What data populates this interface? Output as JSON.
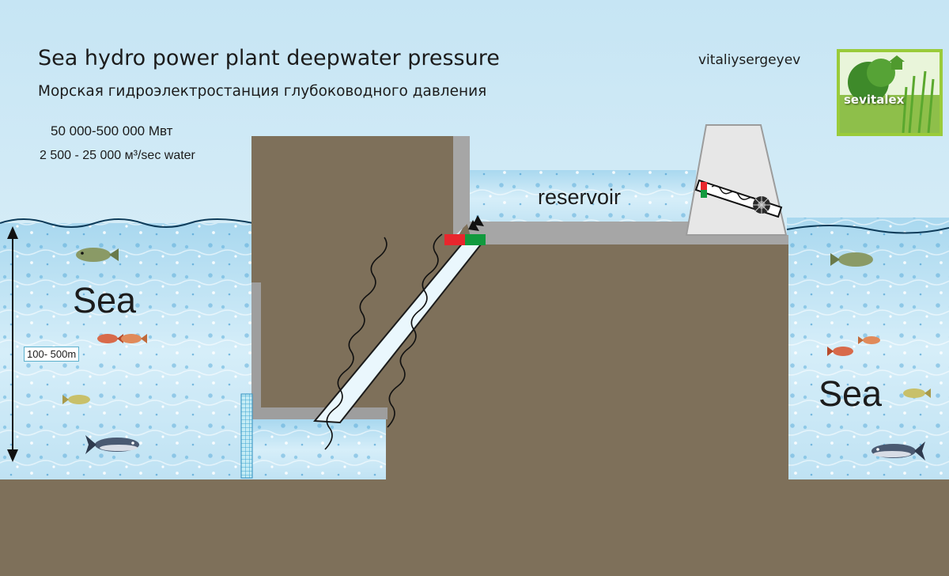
{
  "title_en": "Sea  hydro power plant deepwater pressure",
  "title_ru": "Морская  гидроэлектростанция глубоководного давления",
  "power_range": "50 000-500 000 Мвт",
  "water_flow": "2 500 - 25 000 м³/sec water",
  "author": "vitaliysergeyev",
  "brand": "sevitalex",
  "reservoir_label": "reservoir",
  "sea_left_label": "Sea",
  "sea_right_label": "Sea",
  "depth_label": "100- 500m",
  "colors": {
    "sky": "#d8eef8",
    "water": "#bfe2f3",
    "earth": "#7e705a",
    "concrete": "#a9a9a9",
    "valve_closed": "#e8262d",
    "valve_open": "#129a3e",
    "logo_border": "#9acb3a"
  },
  "icons": [
    "fish-icon",
    "tuna-icon",
    "turbine-icon",
    "flow-arrow-icon",
    "home-icon"
  ]
}
